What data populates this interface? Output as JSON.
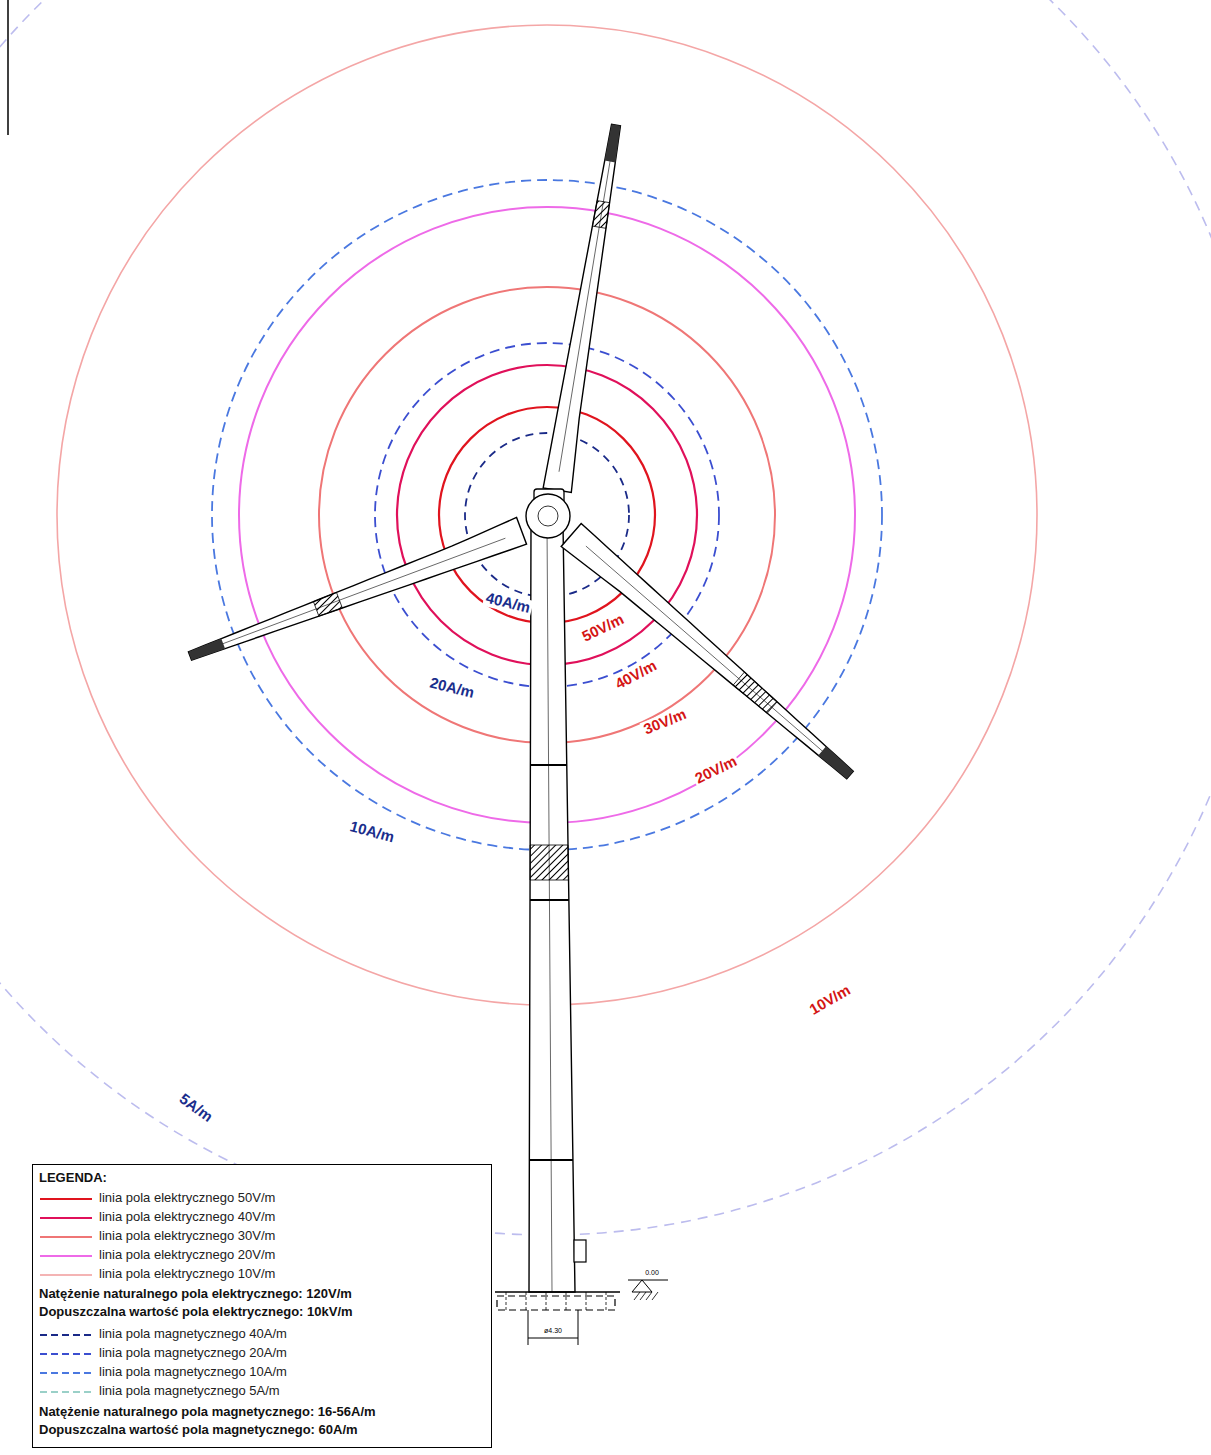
{
  "diagram": {
    "labels": [
      "40A/m",
      "50V/m",
      "20A/m",
      "40V/m",
      "30V/m",
      "20V/m",
      "10A/m",
      "10V/m",
      "5A/m",
      "LEGENDA:",
      "Natężenie naturalnego pola elektrycznego: 120V/m",
      "Dopuszczalna wartość pola elektrycznego: 10kV/m",
      "Natężenie naturalnego pola magnetycznego: 16-56A/m",
      "Dopuszczalna wartość pola magnetycznego: 60A/m",
      "0.00",
      "ø4.30"
    ],
    "legend": [
      {
        "text": "linia pola elektrycznego 50V/m"
      },
      {
        "text": "linia pola elektrycznego 40V/m"
      },
      {
        "text": "linia pola elektrycznego 30V/m"
      },
      {
        "text": "linia pola elektrycznego 20V/m"
      },
      {
        "text": "linia pola elektrycznego 10V/m"
      },
      {
        "text": "linia pola magnetycznego 40A/m"
      },
      {
        "text": "linia pola magnetycznego 20A/m"
      },
      {
        "text": "linia pola magnetycznego 10A/m"
      },
      {
        "text": "linia pola magnetycznego 5A/m"
      }
    ]
  }
}
